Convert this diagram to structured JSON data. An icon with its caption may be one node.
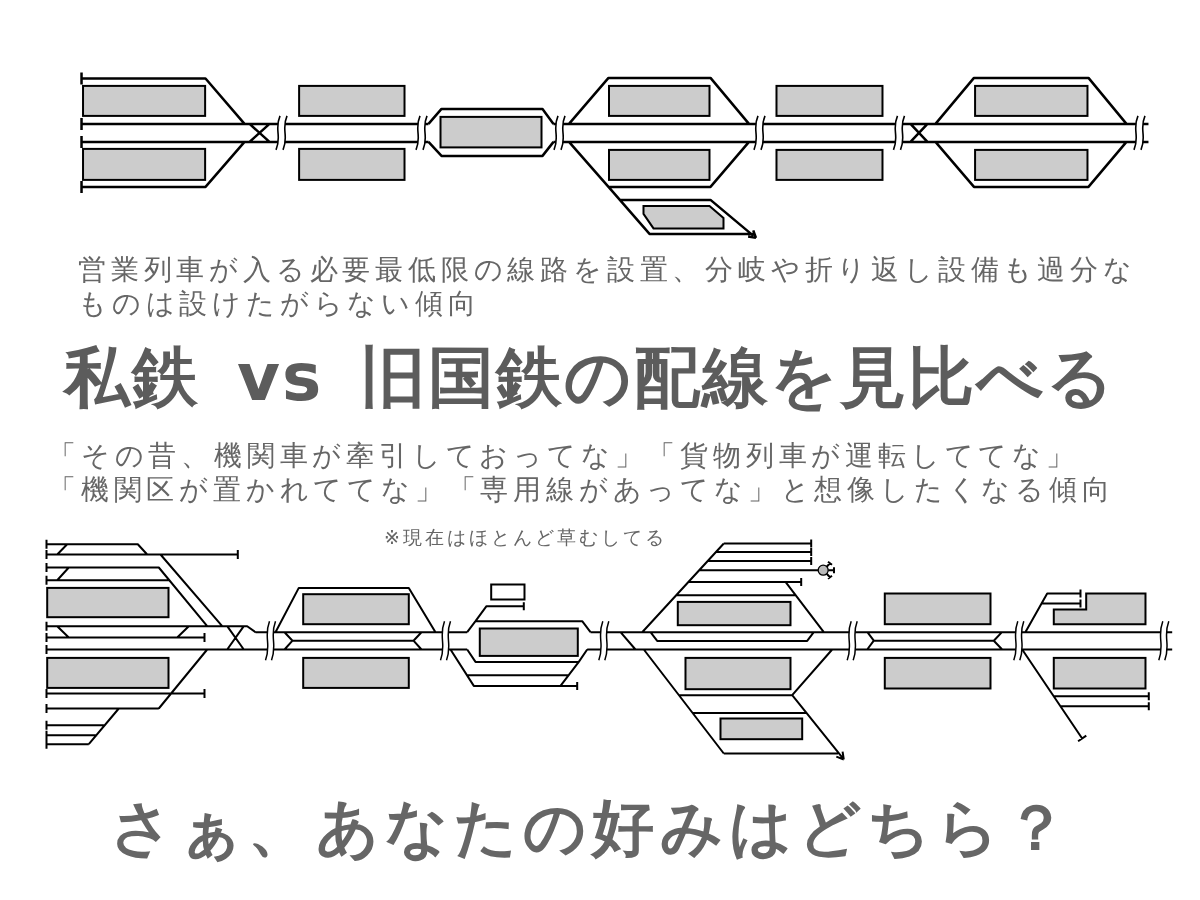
{
  "diagram": {
    "title": "私鉄 vs 旧国鉄の配線を見比べる",
    "labels": [
      "営業列車が入る必要最低限の線路を設置、分岐や折り返し設備も過分なものは設けたがらない傾向",
      "「その昔、機関車が牽引しておってな」「貨物列車が運転しててな」「機関区が置かれててな」「専用線があってな」と想像したくなる傾向",
      "※現在はほとんど草むしてる",
      "さぁ、あなたの好みはどちら？"
    ]
  }
}
